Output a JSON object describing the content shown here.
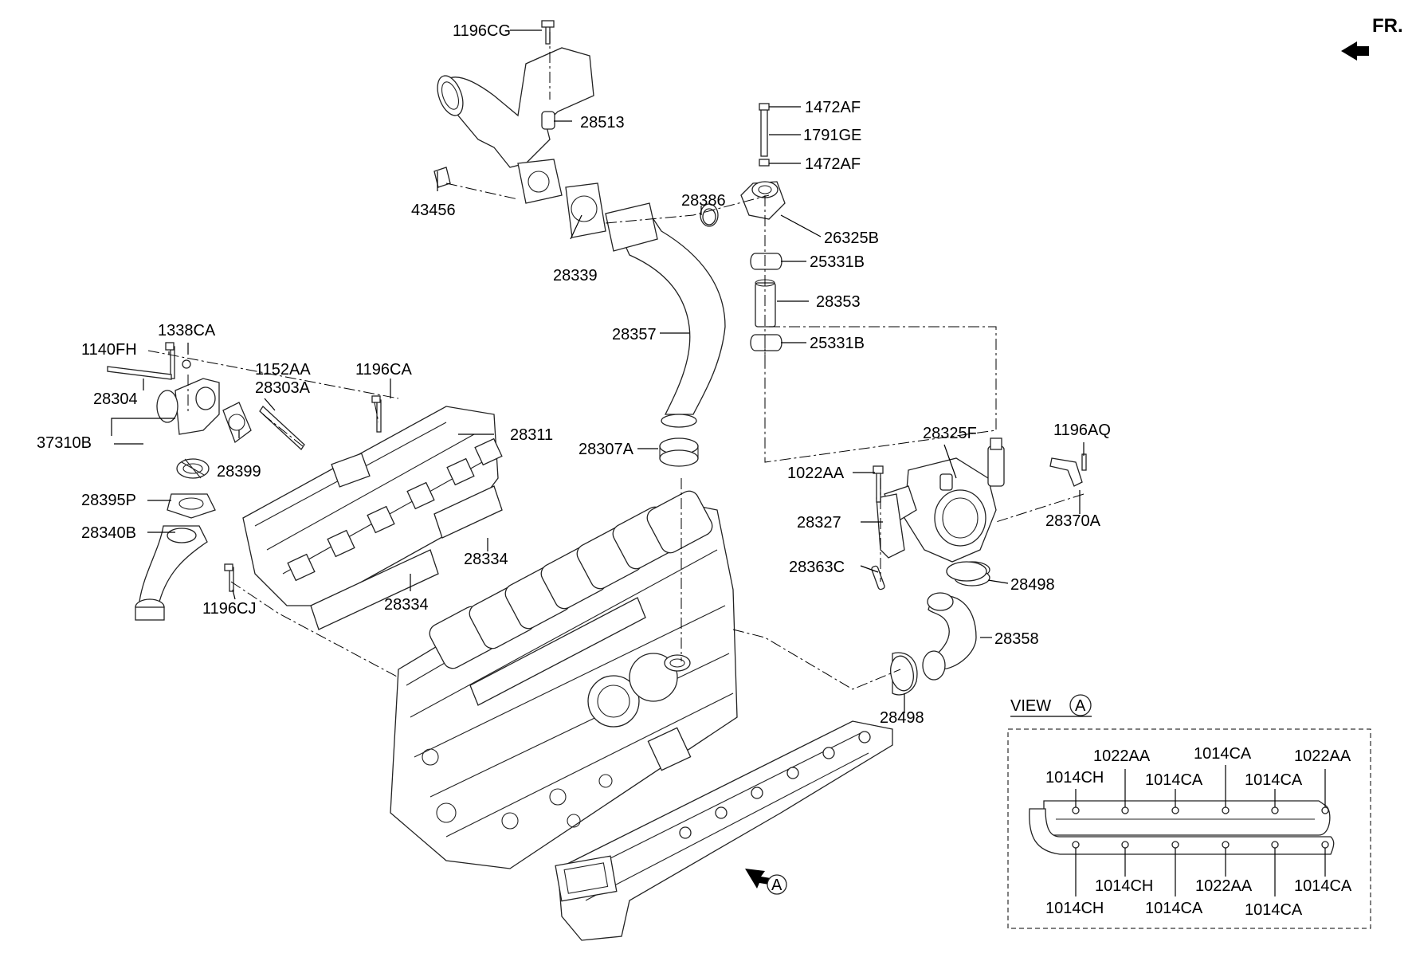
{
  "orientation_label": "FR.",
  "view": {
    "title": "VIEW",
    "letter": "A"
  },
  "view_marker": "A",
  "labels": [
    {
      "id": "l1196CG",
      "text": "1196CG"
    },
    {
      "id": "l28513",
      "text": "28513"
    },
    {
      "id": "l43456",
      "text": "43456"
    },
    {
      "id": "l28339",
      "text": "28339"
    },
    {
      "id": "l28386",
      "text": "28386"
    },
    {
      "id": "l1472AF_a",
      "text": "1472AF"
    },
    {
      "id": "l1791GE",
      "text": "1791GE"
    },
    {
      "id": "l1472AF_b",
      "text": "1472AF"
    },
    {
      "id": "l26325B",
      "text": "26325B"
    },
    {
      "id": "l25331B_a",
      "text": "25331B"
    },
    {
      "id": "l28353",
      "text": "28353"
    },
    {
      "id": "l25331B_b",
      "text": "25331B"
    },
    {
      "id": "l28357",
      "text": "28357"
    },
    {
      "id": "l28307A",
      "text": "28307A"
    },
    {
      "id": "l1338CA",
      "text": "1338CA"
    },
    {
      "id": "l1140FH",
      "text": "1140FH"
    },
    {
      "id": "l28304",
      "text": "28304"
    },
    {
      "id": "l1152AA",
      "text": "1152AA"
    },
    {
      "id": "l28303A",
      "text": "28303A"
    },
    {
      "id": "l1196CA",
      "text": "1196CA"
    },
    {
      "id": "l28311",
      "text": "28311"
    },
    {
      "id": "l37310B",
      "text": "37310B"
    },
    {
      "id": "l28399",
      "text": "28399"
    },
    {
      "id": "l28395P",
      "text": "28395P"
    },
    {
      "id": "l28340B",
      "text": "28340B"
    },
    {
      "id": "l28334_a",
      "text": "28334"
    },
    {
      "id": "l28334_b",
      "text": "28334"
    },
    {
      "id": "l1196CJ",
      "text": "1196CJ"
    },
    {
      "id": "l28325F",
      "text": "28325F"
    },
    {
      "id": "l1196AQ",
      "text": "1196AQ"
    },
    {
      "id": "l1022AA",
      "text": "1022AA"
    },
    {
      "id": "l28327",
      "text": "28327"
    },
    {
      "id": "l28370A",
      "text": "28370A"
    },
    {
      "id": "l28363C",
      "text": "28363C"
    },
    {
      "id": "l28498_a",
      "text": "28498"
    },
    {
      "id": "l28358",
      "text": "28358"
    },
    {
      "id": "l28498_b",
      "text": "28498"
    }
  ],
  "view_labels": [
    {
      "id": "v1022AA_1",
      "text": "1022AA"
    },
    {
      "id": "v1014CA_1",
      "text": "1014CA"
    },
    {
      "id": "v1022AA_2",
      "text": "1022AA"
    },
    {
      "id": "v1014CH_1",
      "text": "1014CH"
    },
    {
      "id": "v1014CA_2",
      "text": "1014CA"
    },
    {
      "id": "v1014CA_3",
      "text": "1014CA"
    },
    {
      "id": "v1014CH_2",
      "text": "1014CH"
    },
    {
      "id": "v1022AA_3",
      "text": "1022AA"
    },
    {
      "id": "v1014CA_4",
      "text": "1014CA"
    },
    {
      "id": "v1014CH_3",
      "text": "1014CH"
    },
    {
      "id": "v1014CA_5",
      "text": "1014CA"
    },
    {
      "id": "v1014CA_6",
      "text": "1014CA"
    }
  ]
}
